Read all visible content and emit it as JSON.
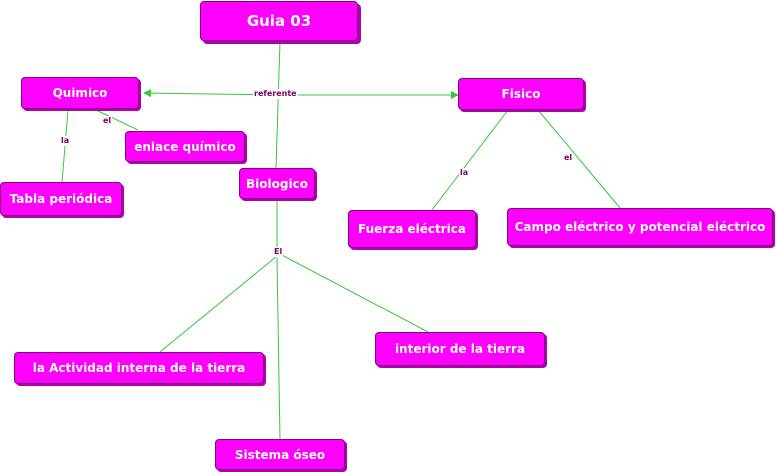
{
  "diagram": {
    "title": "Guia 03",
    "nodes": {
      "quimico": "Quimico",
      "fisico": "Fisico",
      "enlace": "enlace químico",
      "tabla": "Tabla periódica",
      "biologico": "Biologico",
      "fuerza": "Fuerza eléctrica",
      "campo": "Campo eléctrico y potencial eléctrico",
      "actividad": "la Actividad interna de la tierra",
      "interior": "interior de la tierra",
      "sistema": "Sistema óseo"
    },
    "links": {
      "referente": "referente",
      "quimico_el": "el",
      "quimico_la": "la",
      "fisico_la": "la",
      "fisico_el": "el",
      "biologico_el": "El"
    },
    "colors": {
      "node_fill": "#ff00ff",
      "connector": "#33cc33",
      "link_text": "#800060"
    }
  }
}
